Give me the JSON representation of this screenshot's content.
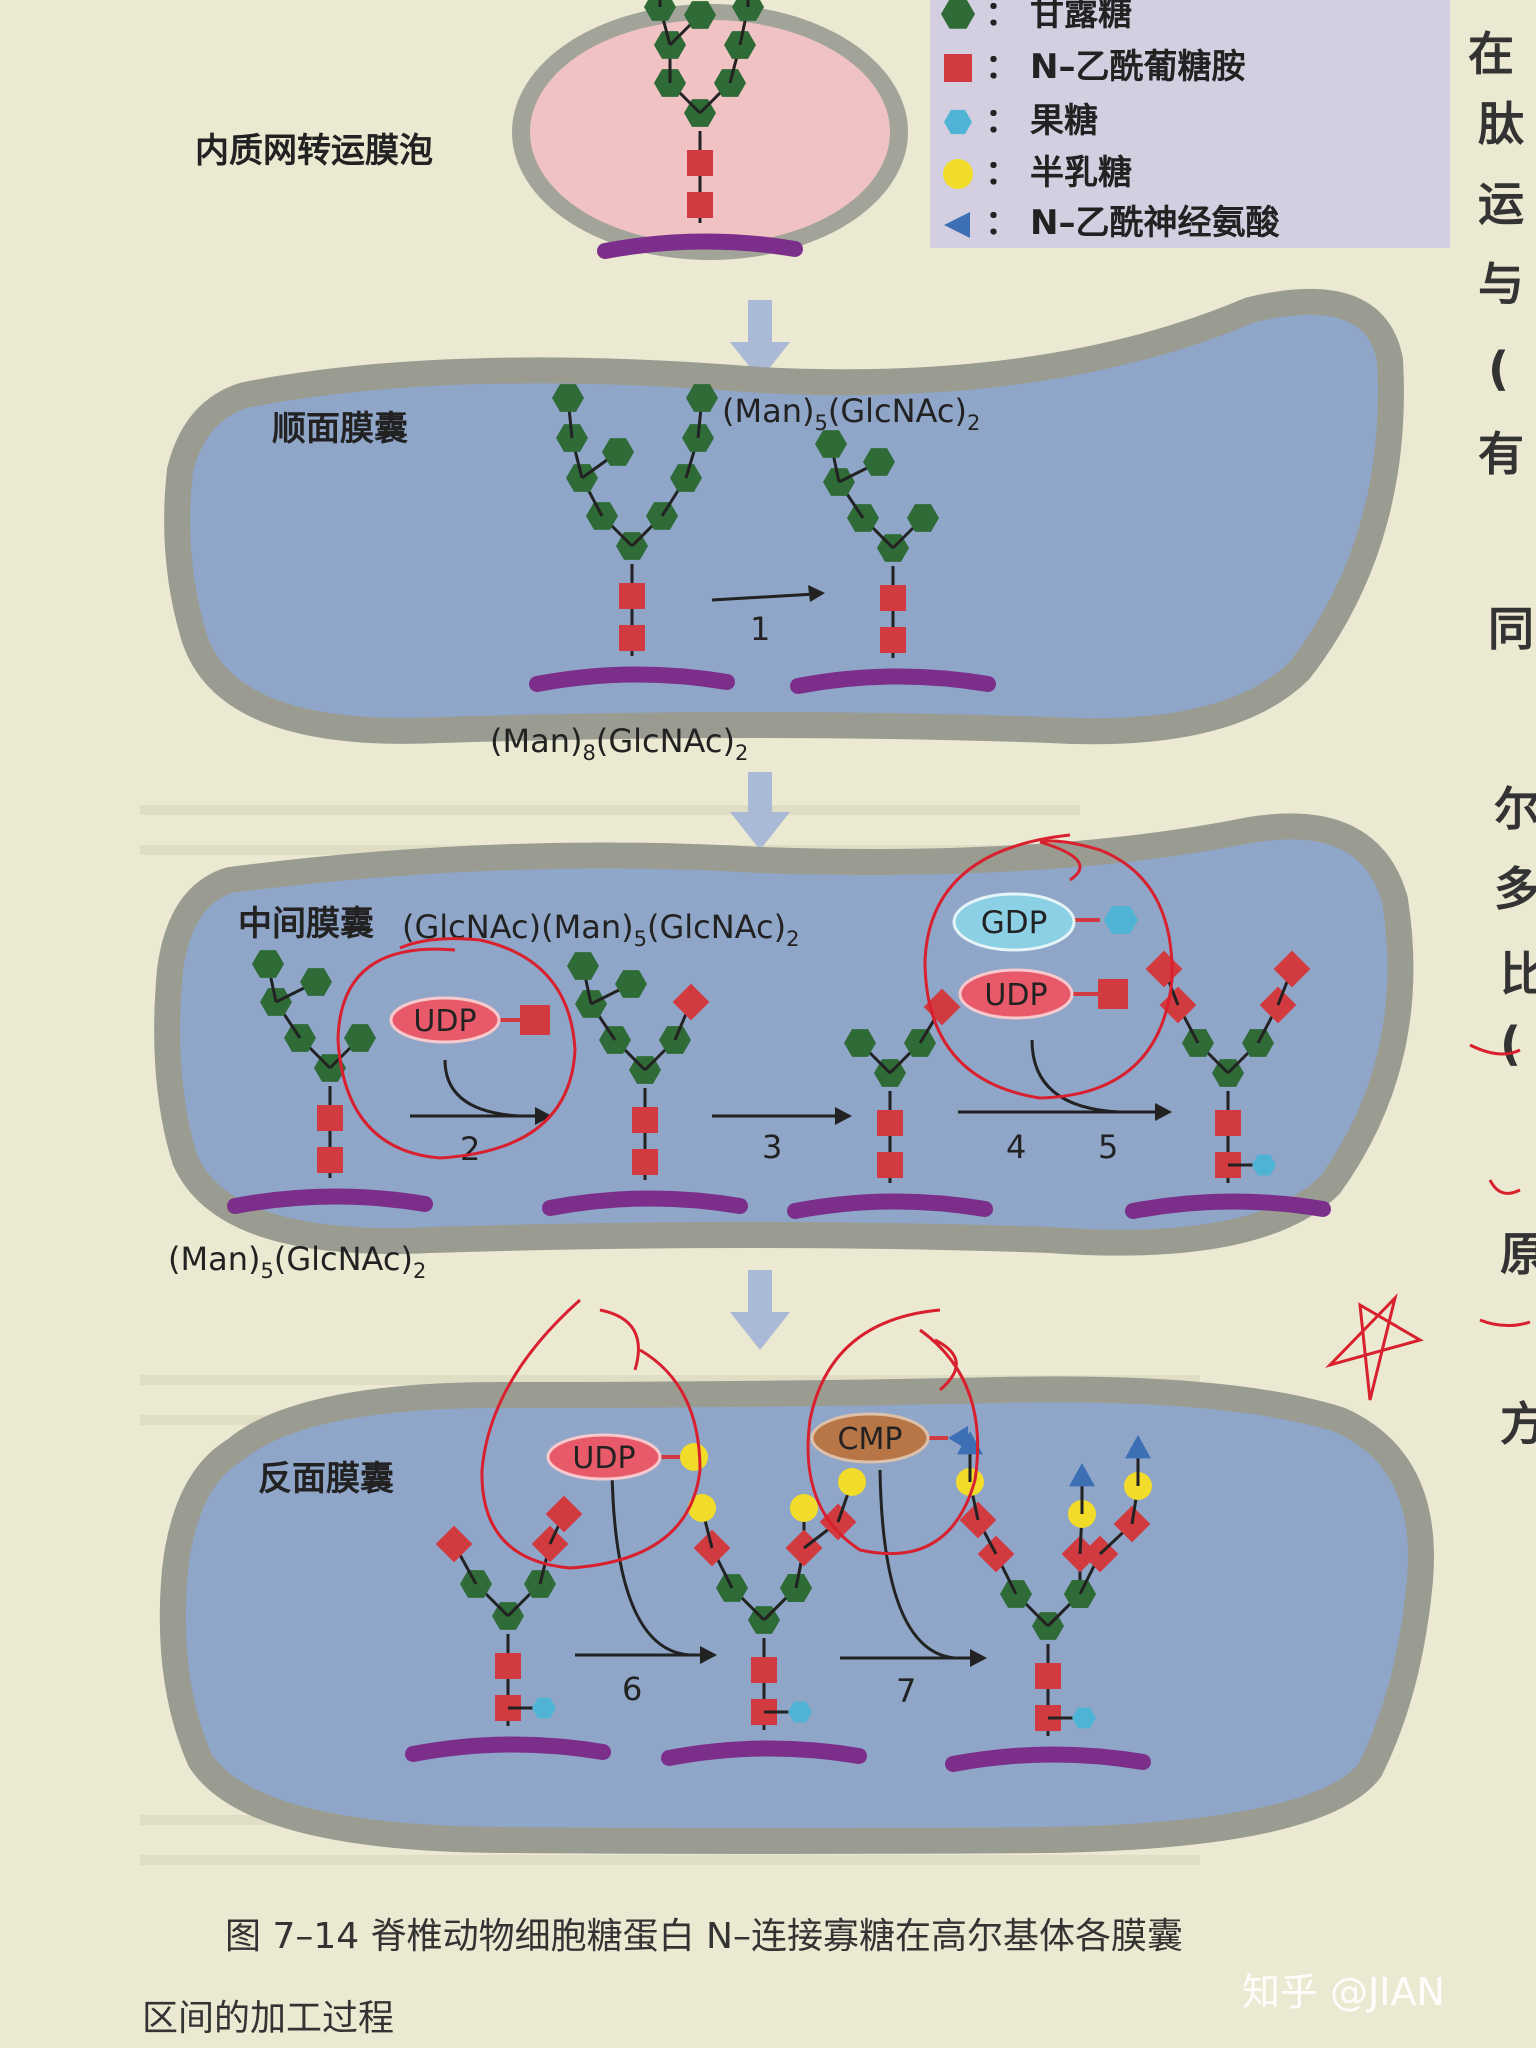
{
  "legend": {
    "mannose": "甘露糖",
    "glcnac": "N–乙酰葡糖胺",
    "fucose": "果糖",
    "galactose": "半乳糖",
    "sialic": "N–乙酰神经氨酸",
    "colon": "："
  },
  "colors": {
    "mannose": "#2f6b37",
    "glcnac": "#d13a3f",
    "fucose": "#4fb3d6",
    "galactose": "#f2dc2a",
    "sialic": "#3c6fb4",
    "membrane": "#7c2f8a",
    "cisterna": "#8fa6c9",
    "border": "#9a9c92",
    "vesicle": "#f0c2c4",
    "udp": "#e85a69",
    "gdp": "#8cd0e6",
    "cmp": "#b87646",
    "pen": "#d8202e"
  },
  "compartments": {
    "er_vesicle": "内质网转运膜泡",
    "cis": "顺面膜囊",
    "medial": "中间膜囊",
    "trans": "反面膜囊"
  },
  "formulas": {
    "cis_top": {
      "main": "(Man)",
      "sub1": "5",
      "mid": "(GlcNAc)",
      "sub2": "2"
    },
    "cis_bottom": {
      "main": "(Man)",
      "sub1": "8",
      "mid": "(GlcNAc)",
      "sub2": "2"
    },
    "medial_top": {
      "main": "(GlcNAc)(Man)",
      "sub1": "5",
      "mid": "(GlcNAc)",
      "sub2": "2"
    },
    "medial_bottom": {
      "main": "(Man)",
      "sub1": "5",
      "mid": "(GlcNAc)",
      "sub2": "2"
    }
  },
  "donors": {
    "udp": "UDP",
    "gdp": "GDP",
    "cmp": "CMP"
  },
  "steps": [
    "1",
    "2",
    "3",
    "4",
    "5",
    "6",
    "7"
  ],
  "caption": {
    "line1": "图 7–14   脊椎动物细胞糖蛋白 N–连接寡糖在高尔基体各膜囊",
    "line2": "区间的加工过程"
  },
  "right_margin": [
    "在",
    "肽",
    "运",
    "与",
    "(",
    "有",
    "同",
    "尔",
    "多",
    "比",
    "(",
    "原",
    "",
    "方"
  ],
  "watermark": "知乎 @JIAN"
}
